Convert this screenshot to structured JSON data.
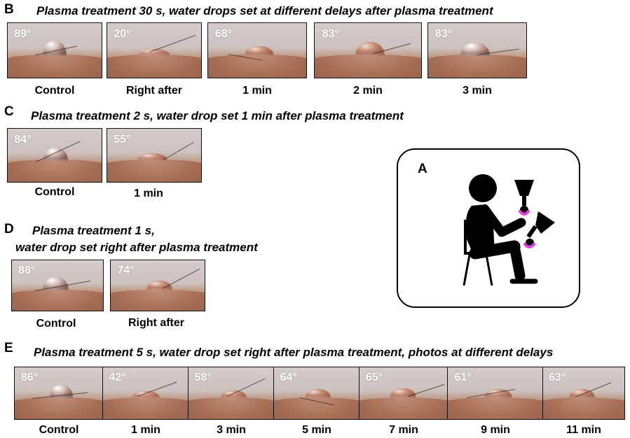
{
  "panel_a": {
    "label": "A"
  },
  "panel_b": {
    "label": "B",
    "title": "Plasma treatment 30 s, water drops set at different delays after plasma treatment",
    "photos": [
      {
        "angle": "89°",
        "caption": "Control"
      },
      {
        "angle": "20°",
        "caption": "Right after"
      },
      {
        "angle": "68°",
        "caption": "1 min"
      },
      {
        "angle": "83°",
        "caption": "2 min"
      },
      {
        "angle": "83°",
        "caption": "3 min"
      }
    ]
  },
  "panel_c": {
    "label": "C",
    "title": "Plasma treatment 2 s, water drop set 1 min after plasma treatment",
    "photos": [
      {
        "angle": "84°",
        "caption": "Control"
      },
      {
        "angle": "55°",
        "caption": "1 min"
      }
    ]
  },
  "panel_d": {
    "label": "D",
    "title_line1": "Plasma treatment 1 s,",
    "title_line2": "water drop set right after plasma treatment",
    "photos": [
      {
        "angle": "88°",
        "caption": "Control"
      },
      {
        "angle": "74°",
        "caption": "Right after"
      }
    ]
  },
  "panel_e": {
    "label": "E",
    "title": "Plasma treatment 5 s, water drop set right after plasma treatment, photos at different delays",
    "photos": [
      {
        "angle": "86°",
        "caption": "Control"
      },
      {
        "angle": "42°",
        "caption": "1 min"
      },
      {
        "angle": "58°",
        "caption": "3 min"
      },
      {
        "angle": "64°",
        "caption": "5 min"
      },
      {
        "angle": "65°",
        "caption": "7 min"
      },
      {
        "angle": "61°",
        "caption": "9 min"
      },
      {
        "angle": "63°",
        "caption": "11 min"
      }
    ]
  },
  "colors": {
    "plasma_glow": "#e040e0",
    "figure": "#000000"
  }
}
